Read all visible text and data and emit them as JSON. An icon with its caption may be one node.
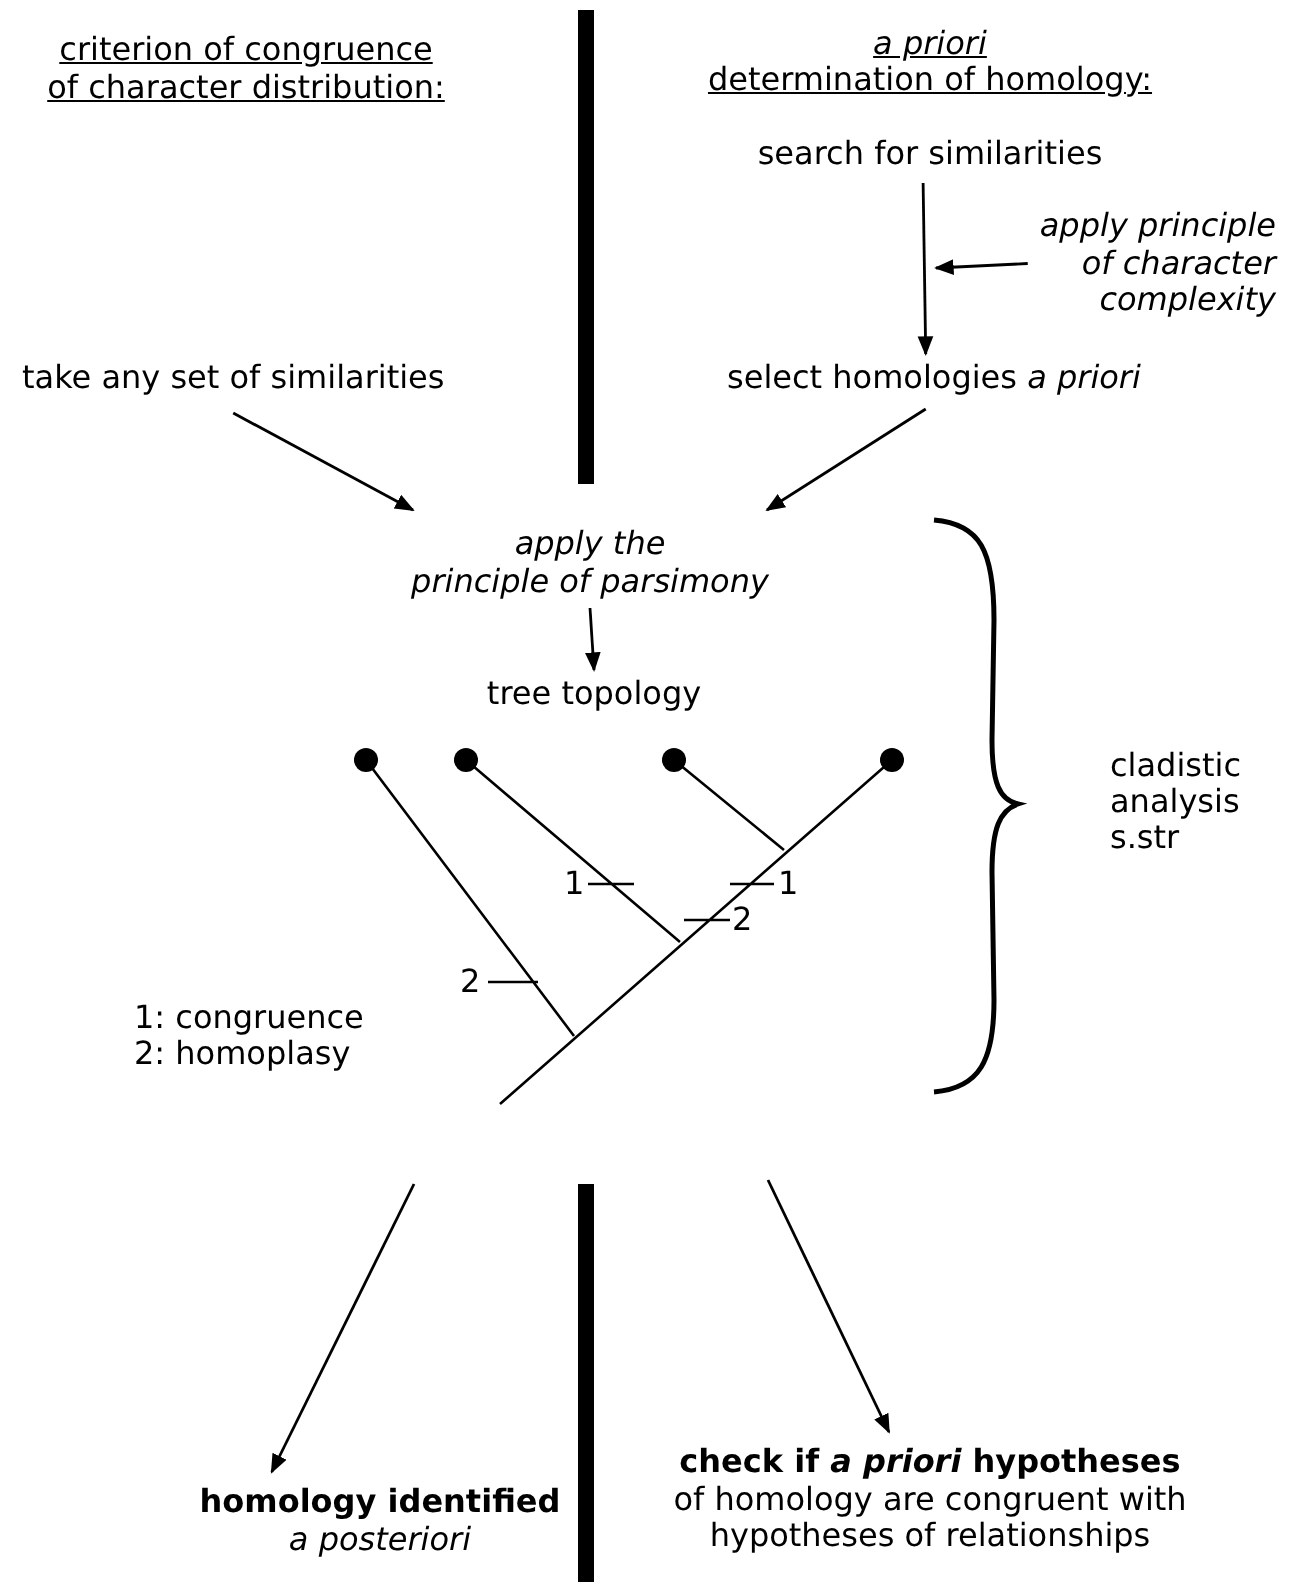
{
  "diagram": {
    "nodes": [
      {
        "text": [
          "search for similarities"
        ]
      },
      {
        "text": [
          "apply principle of character complexity"
        ]
      },
      {
        "text": [
          "select homologies *a priori*"
        ]
      },
      {
        "text": [
          "take any set of similarities"
        ]
      },
      {
        "text": [
          "apply the principle of parsimony"
        ]
      },
      {
        "text": [
          "tree topology"
        ]
      },
      {
        "text": [
          "homology identified",
          "a posteriori"
        ]
      },
      {
        "text": [
          "check if *a priori* hypotheses",
          "of homology are congruent with hypotheses of relationships"
        ]
      }
    ],
    "edges": [
      {
        "from": 0,
        "to": 2,
        "arrow": "to"
      },
      {
        "from": 1,
        "to": null,
        "arrow": "to"
      },
      {
        "from": 3,
        "to": 4,
        "arrow": "to"
      },
      {
        "from": 2,
        "to": 4,
        "arrow": "to"
      },
      {
        "from": 4,
        "to": 5,
        "arrow": "to"
      },
      {
        "from": null,
        "to": 6,
        "arrow": "to"
      },
      {
        "from": null,
        "to": 7,
        "arrow": "to"
      }
    ],
    "labels": [
      "criterion of congruence of character distribution:",
      "*a priori*",
      "determination of homology:",
      "cladistic analysis s.str",
      "1",
      "1",
      "2",
      "2",
      "1: congruence",
      "2: homoplasy"
    ]
  }
}
